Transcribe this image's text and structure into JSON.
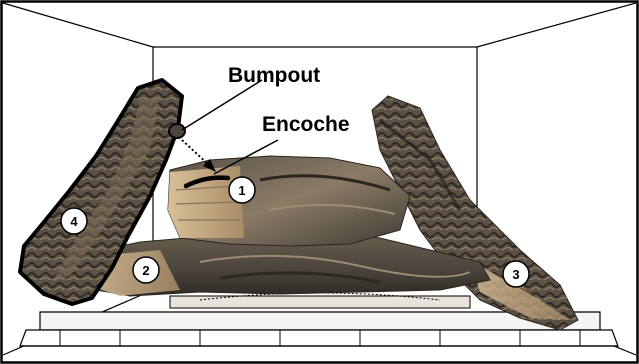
{
  "labels": {
    "bumpout": "Bumpout",
    "encoche": "Encoche"
  },
  "logs": [
    {
      "number": "1"
    },
    {
      "number": "2"
    },
    {
      "number": "3"
    },
    {
      "number": "4"
    }
  ],
  "colors": {
    "frame": "#000000",
    "log_bark": "#7b6a55",
    "log_dark": "#3a352e",
    "log_light": "#c9ad88",
    "encoche_mark": "#000000"
  }
}
